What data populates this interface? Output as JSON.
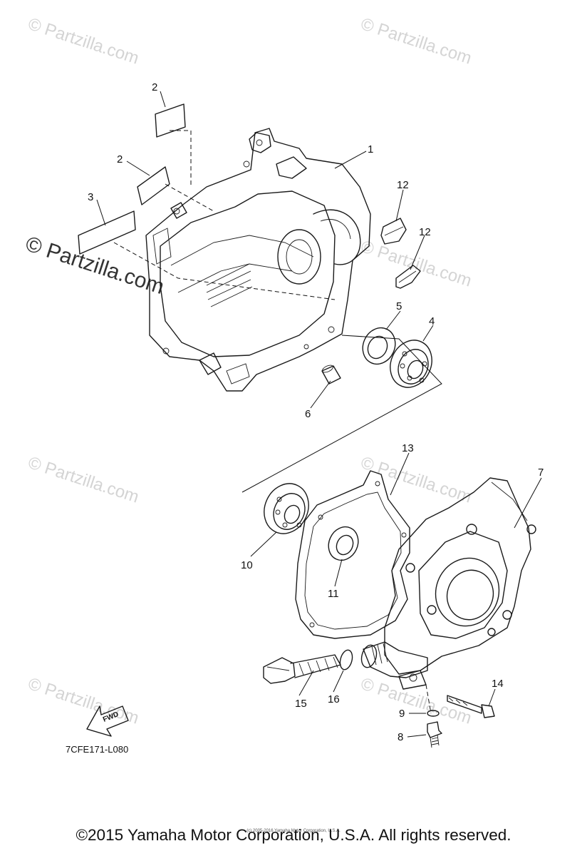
{
  "diagram": {
    "watermark_text": "© Partzilla.com",
    "figure_code": "7CFE171-L080",
    "fwd_label": "FWD",
    "callouts": [
      "1",
      "2",
      "2",
      "3",
      "4",
      "5",
      "6",
      "7",
      "8",
      "9",
      "10",
      "11",
      "12",
      "12",
      "13",
      "14",
      "15",
      "16"
    ],
    "small_copyright": "(c) 2005-2016 Yamaha Motor Corporation, U.S.A.",
    "footer": "©2015 Yamaha Motor Corporation, U.S.A. All rights reserved."
  }
}
